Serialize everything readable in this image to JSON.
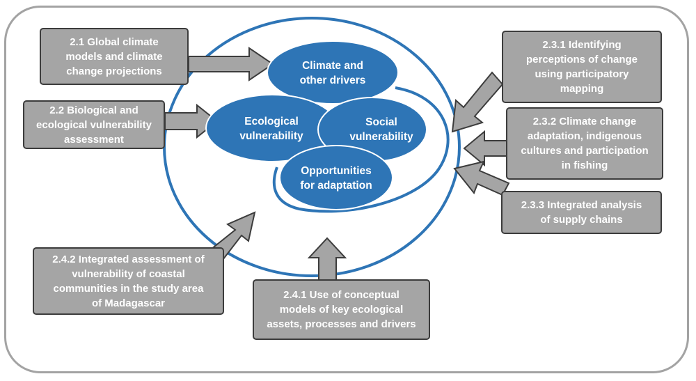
{
  "colors": {
    "ellipse_fill": "#2e75b6",
    "ring": "#2e75b6",
    "box_fill": "#a5a5a5",
    "box_border": "#3c3c3c",
    "arrow_fill": "#a5a5a5",
    "frame": "#a3a3a3"
  },
  "center": {
    "climate_drivers": "Climate and\nother drivers",
    "ecological_vulnerability": "Ecological\nvulnerability",
    "social_vulnerability": "Social\nvulnerability",
    "opportunities_adaptation": "Opportunities\nfor adaptation"
  },
  "boxes": {
    "b21": "2.1 Global climate\nmodels and climate\nchange projections",
    "b22": "2.2 Biological and\necological vulnerability\nassessment",
    "b231": "2.3.1 Identifying\nperceptions of change\nusing participatory\nmapping",
    "b232": "2.3.2 Climate change\nadaptation, indigenous\ncultures and participation\nin fishing",
    "b233": "2.3.3 Integrated analysis\nof supply chains",
    "b242": "2.4.2 Integrated assessment of\nvulnerability of coastal\ncommunities in the study area\nof Madagascar",
    "b241": "2.4.1 Use of conceptual\nmodels of key ecological\nassets, processes and drivers"
  }
}
